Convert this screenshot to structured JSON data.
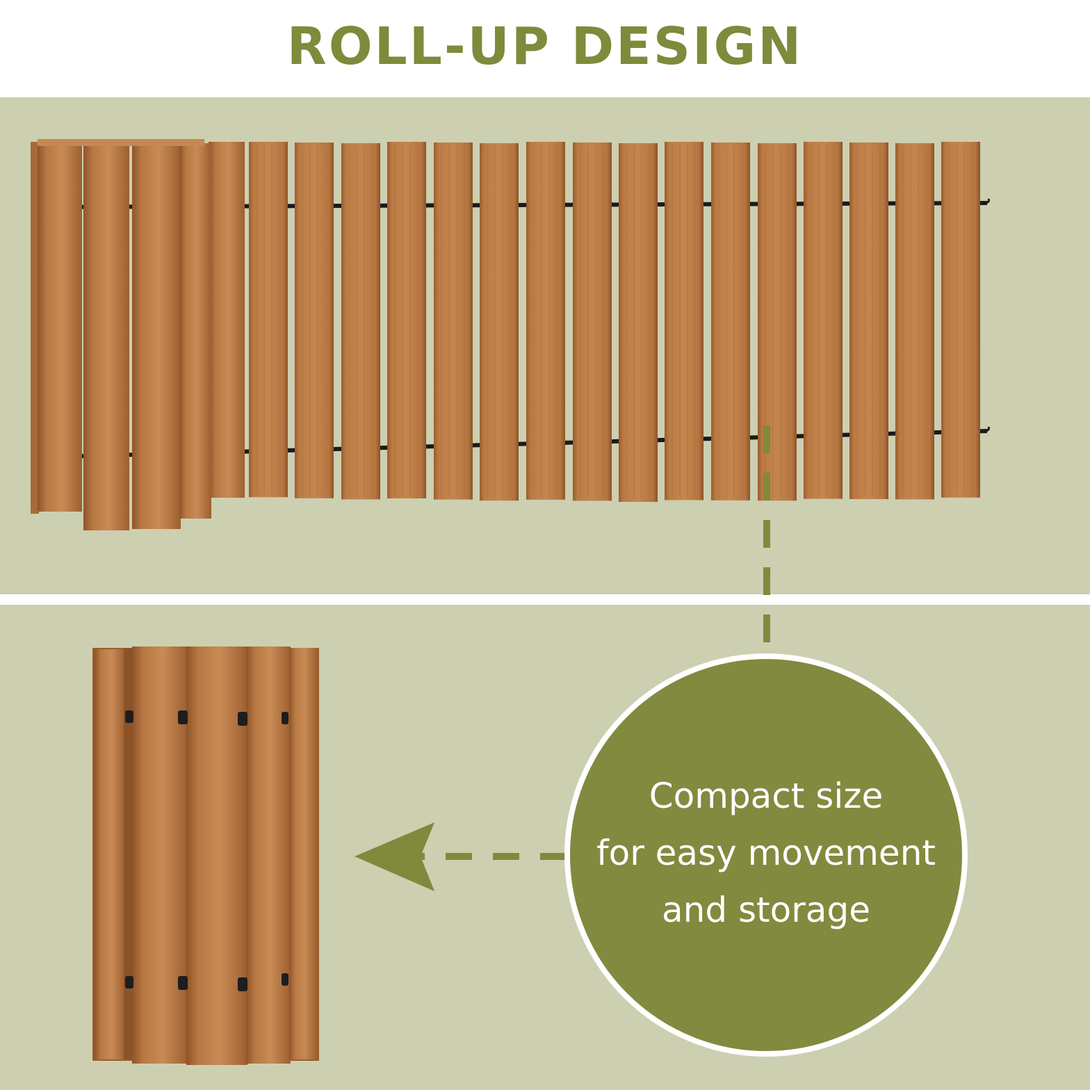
{
  "header": {
    "title": "ROLL-UP DESIGN"
  },
  "callout": {
    "lines": [
      "Compact size",
      "for easy movement",
      "and storage"
    ]
  },
  "colors": {
    "title": "#7f8a3b",
    "panel_background": "#cdcfb1",
    "accent_olive": "#818a3e",
    "dash_line": "#7f8a3b",
    "wood": "#b0703d",
    "wood_dark": "#8c5328",
    "wire": "#1a1a1a"
  },
  "images": {
    "unrolled": "unrolled-wood-slat-border-product-photo",
    "rolled": "rolled-wood-slat-border-product-photo"
  }
}
